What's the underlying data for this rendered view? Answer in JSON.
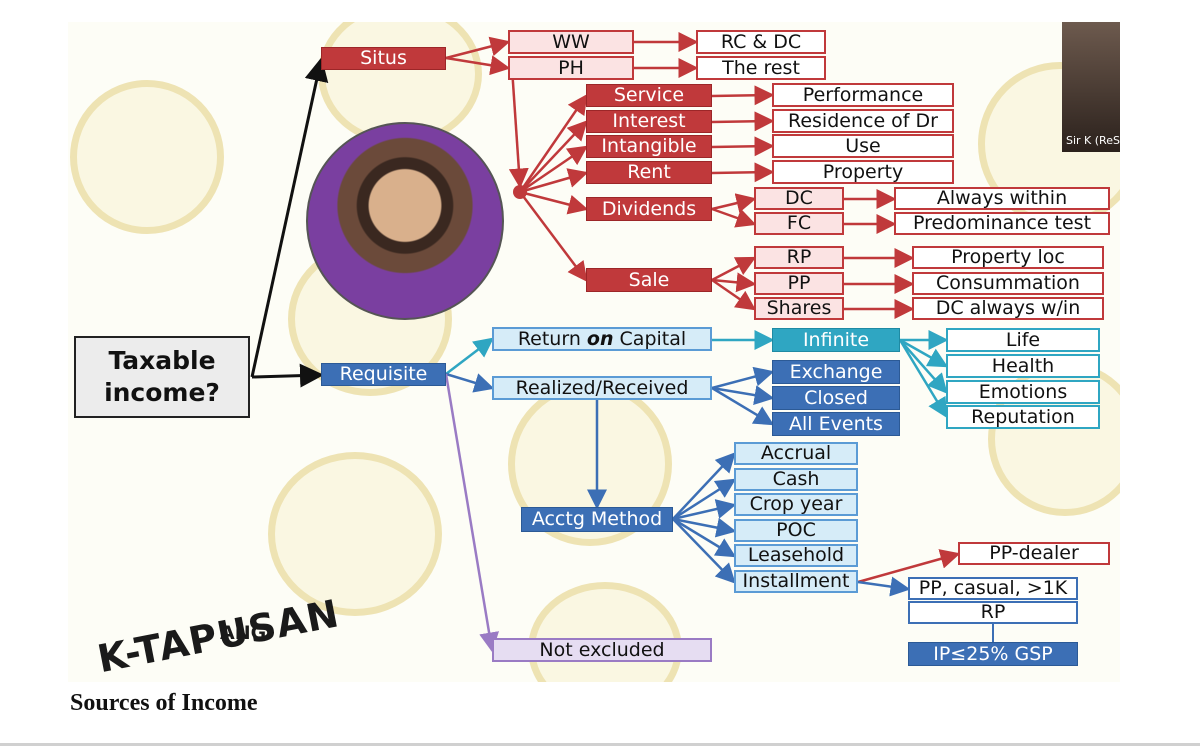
{
  "diagram": {
    "root": "Taxable income?",
    "situs": {
      "label": "Situs",
      "ww": "WW",
      "ww_rule": "RC & DC",
      "ph": "PH",
      "ph_rule": "The rest",
      "items": [
        {
          "label": "Service",
          "rule": "Performance"
        },
        {
          "label": "Interest",
          "rule": "Residence of Dr"
        },
        {
          "label": "Intangible",
          "rule": "Use"
        },
        {
          "label": "Rent",
          "rule": "Property"
        }
      ],
      "dividends": {
        "label": "Dividends",
        "dc": "DC",
        "dc_rule": "Always within",
        "fc": "FC",
        "fc_rule": "Predominance test"
      },
      "sale": {
        "label": "Sale",
        "rp": "RP",
        "rp_rule": "Property loc",
        "pp": "PP",
        "pp_rule": "Consummation",
        "shares": "Shares",
        "shares_rule": "DC always w/in"
      }
    },
    "requisite": {
      "label": "Requisite",
      "return_on_capital_pre": "Return ",
      "return_on_capital_em": "on",
      "return_on_capital_post": " Capital",
      "infinite": "Infinite",
      "infinite_items": [
        "Life",
        "Health",
        "Emotions",
        "Reputation"
      ],
      "realized": "Realized/Received",
      "realized_items": [
        "Exchange",
        "Closed",
        "All Events"
      ],
      "acctg": "Acctg Method",
      "methods": [
        "Accrual",
        "Cash",
        "Crop year",
        "POC",
        "Leasehold",
        "Installment"
      ],
      "installment": [
        "PP-dealer",
        "PP, casual, >1K",
        "RP",
        "IP≤25% GSP"
      ],
      "not_excluded": "Not excluded"
    }
  },
  "branding": {
    "top": "ANG",
    "main": "K-TAPUSAN"
  },
  "webcam_label": "Sir K (ReS",
  "caption": "Sources of Income",
  "colors": {
    "red": "#c0393b",
    "blue": "#3c6fb5",
    "cyan": "#2fa6c2",
    "purple": "#9a7bc4"
  }
}
